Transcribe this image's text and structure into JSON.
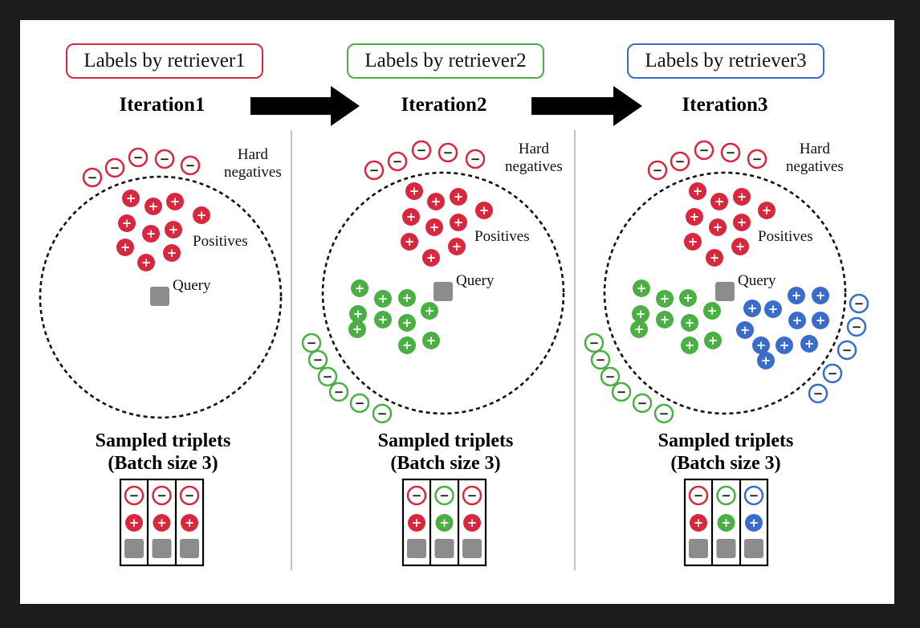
{
  "colors": {
    "retriever1": "#d8283f",
    "retriever2": "#4caf43",
    "retriever3": "#3a6cc9",
    "query": "#8c8c8c"
  },
  "panels": [
    {
      "label": "Labels by retriever1",
      "title": "Iteration1",
      "hard_negatives_label": "Hard\nnegatives",
      "positives_label": "Positives",
      "query_label": "Query",
      "sampled_title": "Sampled triplets\n(Batch size 3)",
      "triplet_colors": [
        "retriever1",
        "retriever1",
        "retriever1"
      ]
    },
    {
      "label": "Labels by retriever2",
      "title": "Iteration2",
      "hard_negatives_label": "Hard\nnegatives",
      "positives_label": "Positives",
      "query_label": "Query",
      "sampled_title": "Sampled triplets\n(Batch size 3)",
      "triplet_colors": [
        "retriever1",
        "retriever2",
        "retriever1"
      ]
    },
    {
      "label": "Labels by retriever3",
      "title": "Iteration3",
      "hard_negatives_label": "Hard\nnegatives",
      "positives_label": "Positives",
      "query_label": "Query",
      "sampled_title": "Sampled triplets\n(Batch size 3)",
      "triplet_colors": [
        "retriever1",
        "retriever2",
        "retriever3"
      ]
    }
  ],
  "symbols": {
    "positive": "+",
    "negative": "−"
  }
}
